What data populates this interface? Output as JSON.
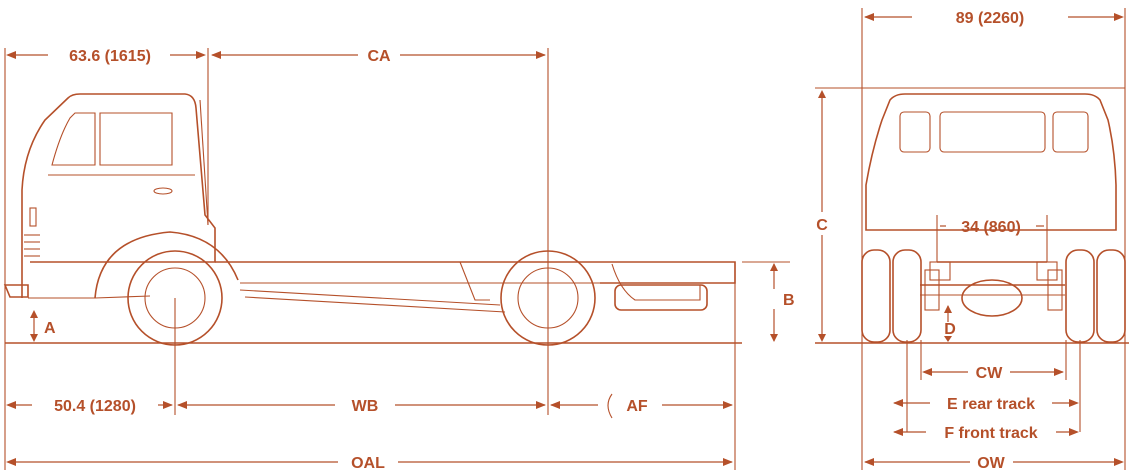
{
  "colors": {
    "ink": "#b5502a",
    "paper": "#ffffff"
  },
  "labels": {
    "cab_length": "63.6 (1615)",
    "ca": "CA",
    "a": "A",
    "b": "B",
    "front_overhang": "50.4 (1280)",
    "wb": "WB",
    "af": "AF",
    "oal": "OAL",
    "overall_width_top": "89 (2260)",
    "c": "C",
    "frame_width": "34 (860)",
    "d": "D",
    "cw": "CW",
    "rear_track": "E rear track",
    "front_track": "F front track",
    "ow": "OW"
  }
}
